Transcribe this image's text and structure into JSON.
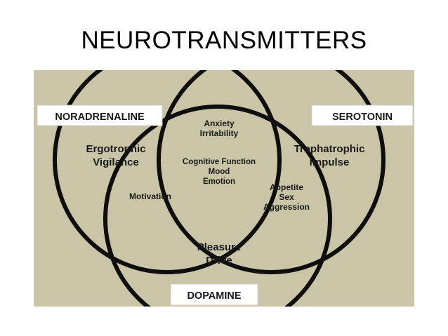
{
  "title": "NEUROTRANSMITTERS",
  "diagram": {
    "background_color": "#c9c5a6",
    "ring_color": "#0e0e0e",
    "neurotransmitters": {
      "noradrenaline": "NORADRENALINE",
      "serotonin": "SEROTONIN",
      "dopamine": "DOPAMINE"
    },
    "regions": {
      "noradrenaline_only": [
        "Ergotrophic",
        "Vigilance"
      ],
      "serotonin_only": [
        "Trophatrophic",
        "Impulse"
      ],
      "dopamine_only": [
        "Pleasure",
        "Drive"
      ],
      "noradrenaline_serotonin": [
        "Anxiety",
        "Irritability"
      ],
      "noradrenaline_dopamine": [
        "Motivation"
      ],
      "serotonin_dopamine": [
        "Appetite",
        "Sex",
        "Aggression"
      ],
      "all_three": [
        "Cognitive Function",
        "Mood",
        "Emotion"
      ]
    }
  }
}
